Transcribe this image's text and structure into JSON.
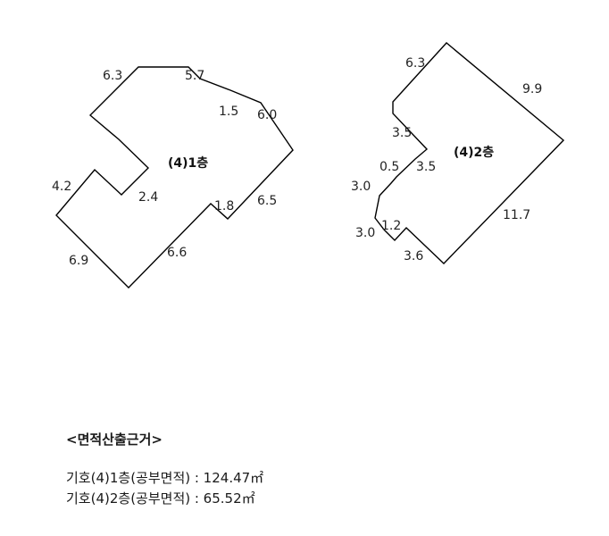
{
  "floor1": {
    "title": "(4)1층",
    "dims": [
      "6.3",
      "5.7",
      "1.5",
      "6.0",
      "4.2",
      "2.4",
      "1.8",
      "6.5",
      "6.9",
      "6.6"
    ]
  },
  "floor2": {
    "title": "(4)2층",
    "dims": [
      "6.3",
      "9.9",
      "3.5",
      "0.5",
      "3.5",
      "3.0",
      "3.0",
      "1.2",
      "11.7",
      "3.6"
    ]
  },
  "notes": {
    "heading": "<면적산출근거>",
    "lines": [
      "기호(4)1층(공부면적) : 124.47㎡",
      "기호(4)2층(공부면적) : 65.52㎡"
    ]
  }
}
